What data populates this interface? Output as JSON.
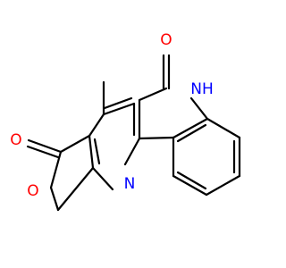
{
  "molecule": {
    "atom_labels": {
      "o_ketone_top": "O",
      "n_amide": "NH",
      "o_lactone_carbonyl": "O",
      "o_ring": "O",
      "n_pyridine": "N"
    },
    "colors": {
      "bond": "#000000",
      "oxygen": "#ff0000",
      "nitrogen": "#0000ff",
      "background": "#ffffff"
    }
  }
}
